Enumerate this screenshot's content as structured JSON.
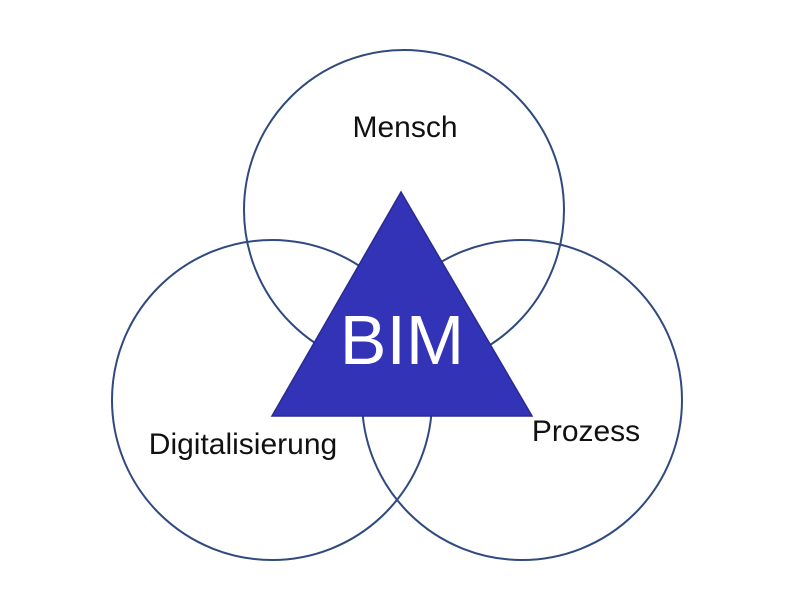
{
  "diagram": {
    "center": "BIM",
    "top": "Mensch",
    "left": "Digitalisierung",
    "right": "Prozess"
  },
  "colors": {
    "circle_stroke": "#2F4A7E",
    "triangle_fill": "#3333B8",
    "center_text": "#FFFFFF",
    "label_text": "#111111"
  }
}
